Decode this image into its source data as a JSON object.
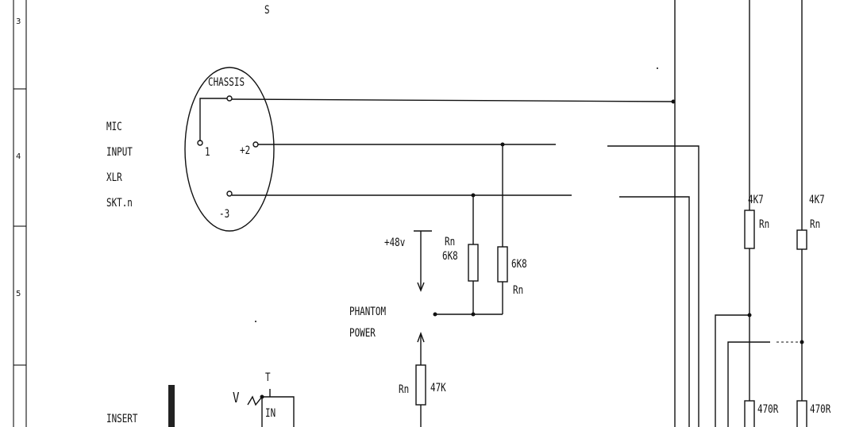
{
  "labels": {
    "top_s": "S",
    "chassis": "CHASSIS",
    "pin1": "1",
    "pin2": "+2",
    "pin3": "-3",
    "mic": "MIC",
    "input": "INPUT",
    "xlr": "XLR",
    "sktn": "SKT.n",
    "plus48v": "+48v",
    "rn_left": "Rn",
    "val_6k8_left": "6K8",
    "val_6k8_right": "6K8",
    "rn_right": "Rn",
    "phantom": "PHANTOM",
    "power": "POWER",
    "rn_47k": "Rn",
    "val_47k": "47K",
    "val_4k7_a": "4K7",
    "rn_4k7_a": "Rn",
    "val_4k7_b": "4K7",
    "rn_4k7_b": "Rn",
    "val_470r_a": "470R",
    "val_470r_b": "470R",
    "insert": "INSERT",
    "t": "T",
    "v": "V",
    "in": "IN"
  },
  "row_numbers": [
    "3",
    "4",
    "5"
  ]
}
